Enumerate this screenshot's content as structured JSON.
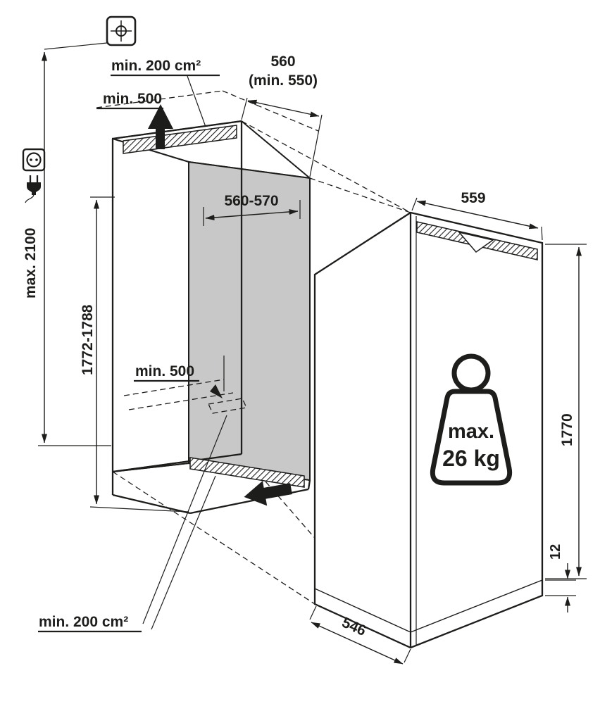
{
  "diagram": {
    "type": "appliance-installation-drawing",
    "labels": {
      "vent_top": "min. 200 cm²",
      "clearance_top": "min. 500",
      "niche_depth": "560",
      "niche_depth_min": "(min. 550)",
      "niche_width": "560-570",
      "total_height": "max. 2100",
      "niche_height": "1772-1788",
      "clearance_floor": "min. 500",
      "appliance_width": "559",
      "appliance_height": "1770",
      "base_gap": "12",
      "appliance_depth": "546",
      "vent_bottom": "min. 200 cm²",
      "weight_line1": "max.",
      "weight_line2": "26 kg"
    },
    "icons": {
      "fixing_point": "crosshair-square",
      "power_socket": "socket-outlet",
      "power_plug": "plug",
      "weight": "weight-kettlebell",
      "airflow_top": "arrow-up-solid",
      "airflow_bottom": "arrow-left-solid"
    },
    "colors": {
      "line": "#1d1d1b",
      "back_panel_gray": "#c8c8c8",
      "floor_gray": "#f1f1f1",
      "background": "#ffffff"
    }
  }
}
